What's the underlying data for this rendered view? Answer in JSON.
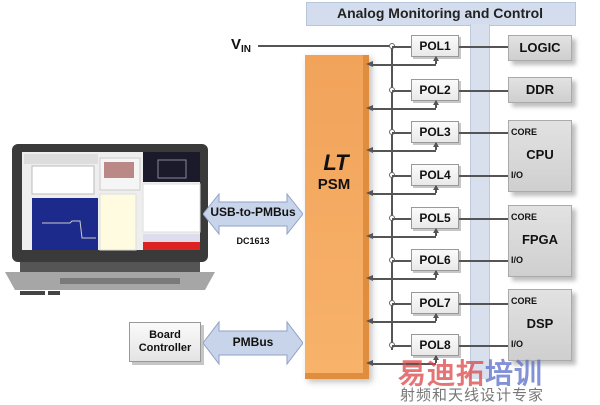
{
  "header": {
    "title": "Analog Monitoring and Control"
  },
  "vin": {
    "label": "V",
    "sub": "IN"
  },
  "psm": {
    "label": "PSM",
    "logo": "LT"
  },
  "pols": [
    "POL1",
    "POL2",
    "POL3",
    "POL4",
    "POL5",
    "POL6",
    "POL7",
    "POL8"
  ],
  "loads": [
    {
      "name": "LOGIC"
    },
    {
      "name": "DDR"
    },
    {
      "name": "CPU",
      "core": "CORE",
      "io": "I/O"
    },
    {
      "name": "FPGA",
      "core": "CORE",
      "io": "I/O"
    },
    {
      "name": "DSP",
      "core": "CORE",
      "io": "I/O"
    }
  ],
  "usb_link": {
    "label": "USB-to-PMBus",
    "sub": "DC1613"
  },
  "pmbus_link": {
    "label": "PMBus"
  },
  "board_controller": {
    "line1": "Board",
    "line2": "Controller"
  },
  "watermark": {
    "line1a": "易迪拓",
    "line1b": "培训",
    "line2": "射频和天线设计专家"
  },
  "colors": {
    "psm": "#f5a75e",
    "header": "#d3dded",
    "arrow": "#c8d4ea"
  }
}
